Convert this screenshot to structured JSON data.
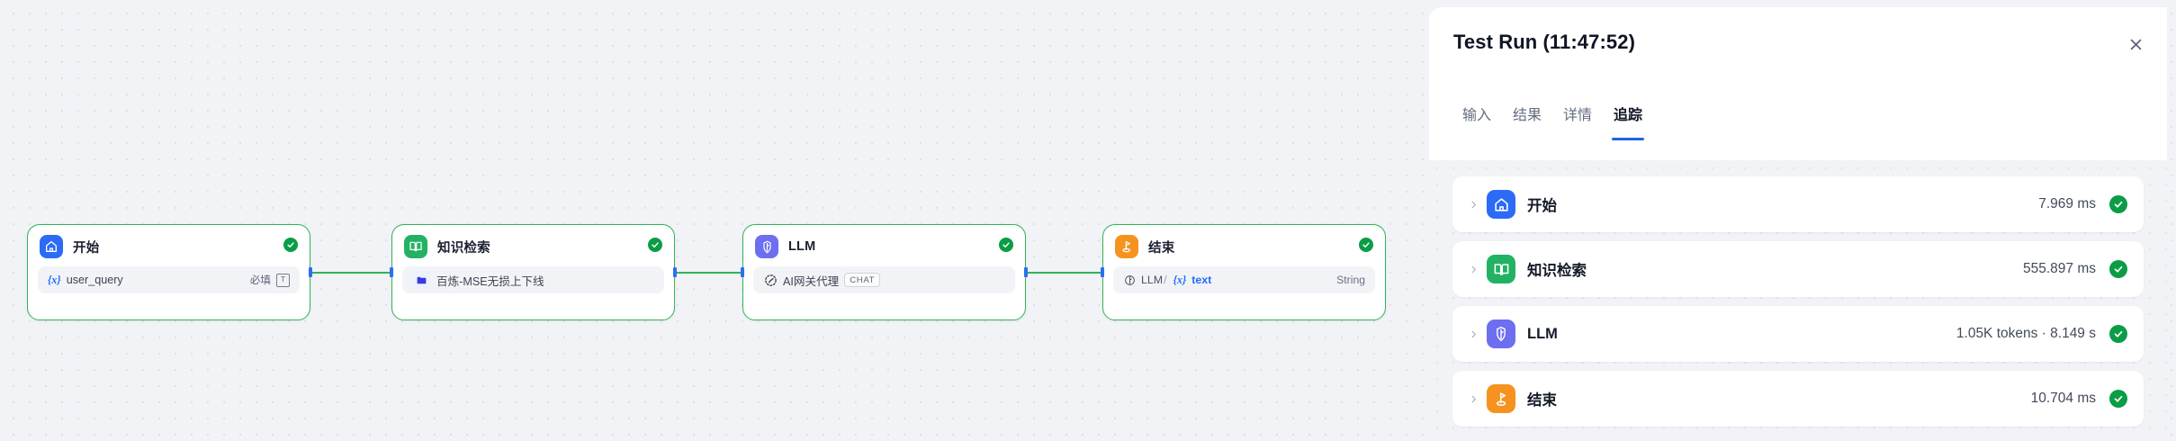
{
  "canvas": {
    "nodes": [
      {
        "id": "start",
        "title": "开始",
        "icon": "home-icon",
        "icon_color": "#2b6bf5",
        "status": "success",
        "row": {
          "kind": "variable",
          "var_name": "user_query",
          "badge": "必填",
          "type_glyph": "T"
        }
      },
      {
        "id": "knowledge",
        "title": "知识检索",
        "icon": "book-icon",
        "icon_color": "#23b264",
        "status": "success",
        "row": {
          "kind": "folder",
          "label": "百炼-MSE无损上下线"
        }
      },
      {
        "id": "llm",
        "title": "LLM",
        "icon": "llm-icon",
        "icon_color": "#6d6ef0",
        "status": "success",
        "row": {
          "kind": "model",
          "label": "AI网关代理",
          "tag": "CHAT"
        }
      },
      {
        "id": "end",
        "title": "结束",
        "icon": "flag-icon",
        "icon_color": "#f6921e",
        "status": "success",
        "row": {
          "kind": "output",
          "source": "LLM",
          "separator": "/",
          "var_name": "text",
          "type": "String"
        }
      }
    ]
  },
  "panel": {
    "title": "Test Run (11:47:52)",
    "close_label": "×",
    "tabs": [
      {
        "label": "输入",
        "active": false
      },
      {
        "label": "结果",
        "active": false
      },
      {
        "label": "详情",
        "active": false
      },
      {
        "label": "追踪",
        "active": true
      }
    ],
    "trace_rows": [
      {
        "name": "开始",
        "icon": "home-icon",
        "icon_color": "#2b6bf5",
        "meta": "7.969 ms",
        "status": "success"
      },
      {
        "name": "知识检索",
        "icon": "book-icon",
        "icon_color": "#23b264",
        "meta": "555.897 ms",
        "status": "success"
      },
      {
        "name": "LLM",
        "icon": "llm-icon",
        "icon_color": "#6d6ef0",
        "meta": "1.05K tokens · 8.149 s",
        "status": "success"
      },
      {
        "name": "结束",
        "icon": "flag-icon",
        "icon_color": "#f6921e",
        "meta": "10.704 ms",
        "status": "success"
      }
    ]
  },
  "colors": {
    "accent": "#1f63e8",
    "success": "#0a9d46",
    "edge": "#2fb457",
    "canvas_bg": "#f2f3f7"
  }
}
